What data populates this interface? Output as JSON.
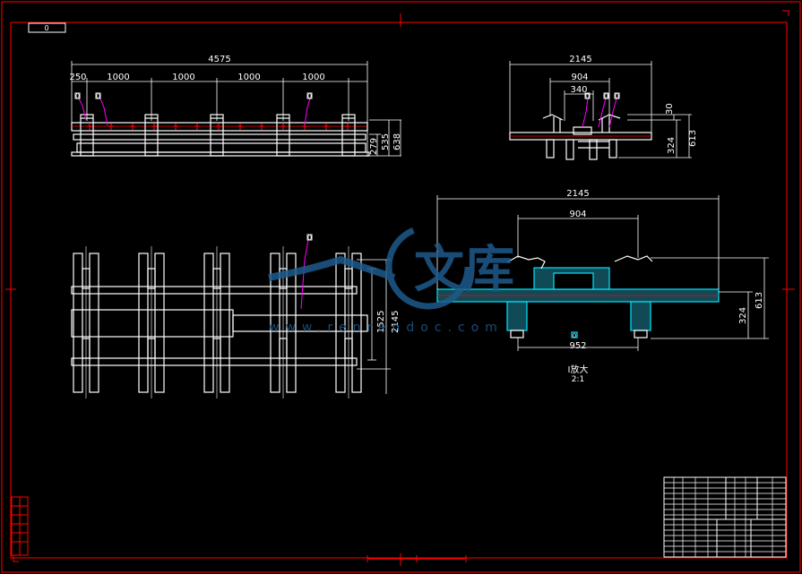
{
  "drawing": {
    "colors": {
      "background": "#000000",
      "frame": "#ff0000",
      "geometry": "#ffffff",
      "dimension": "#ffffff",
      "section": "#00e5ff",
      "leader": "#ff00ff",
      "watermark": "#1e5a8c"
    },
    "front_view": {
      "overall": "4575",
      "spans": [
        "250",
        "1000",
        "1000",
        "1000",
        "1000"
      ],
      "heights": [
        "279",
        "535",
        "638"
      ],
      "balloons": [
        "0",
        "0",
        "0"
      ]
    },
    "side_view": {
      "overall": "2145",
      "inner": "904",
      "center": "340",
      "top": "30",
      "heights": [
        "324",
        "613"
      ],
      "balloons": [
        "0",
        "0",
        "0"
      ]
    },
    "plan_view": {
      "heights": [
        "1525",
        "2145"
      ],
      "balloon": "0"
    },
    "detail_view": {
      "overall": "2145",
      "inner": "904",
      "bottom": "952",
      "heights": [
        "324",
        "613"
      ],
      "caption": "I放大",
      "scale": "2:1",
      "marker": "0"
    },
    "title_tag": "0",
    "watermark": {
      "brand": "文库",
      "url": "www.renrendoc.com"
    }
  }
}
